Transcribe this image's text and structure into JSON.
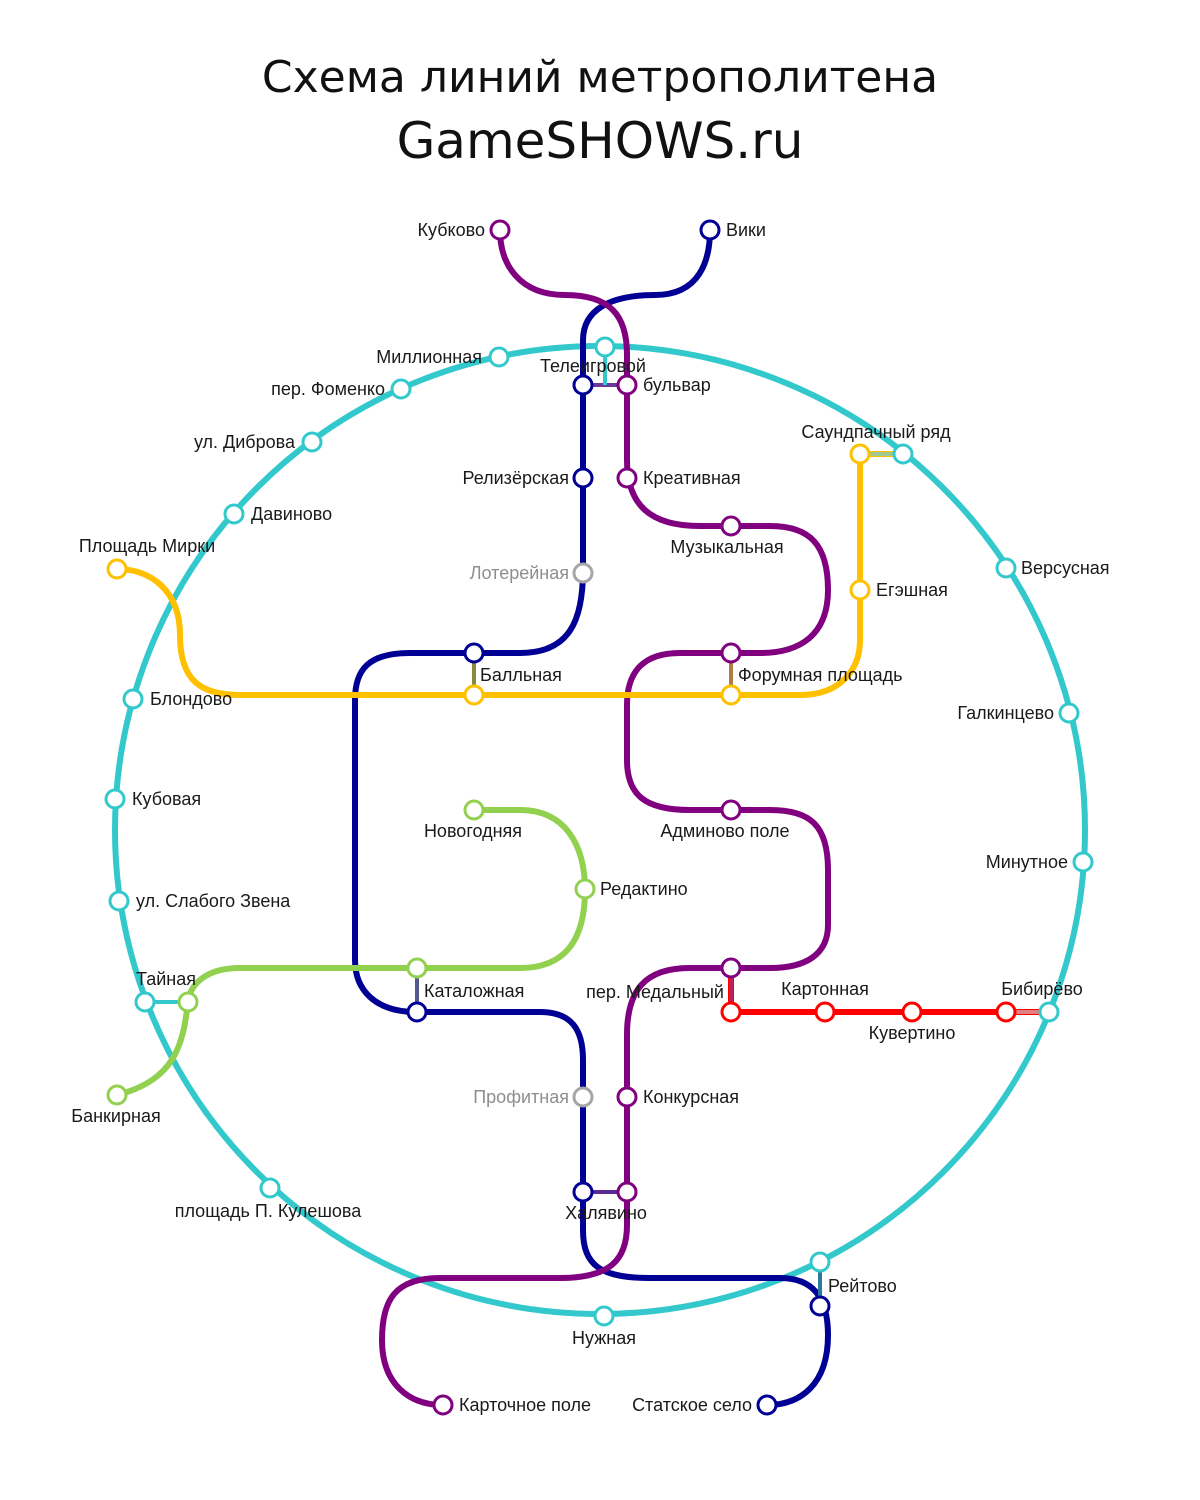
{
  "header": {
    "title_line1": "Схема линий метрополитена",
    "title_line2": "GameSHOWS.ru"
  },
  "colors": {
    "ring": "#33c9cc",
    "purple": "#800080",
    "navy": "#000094",
    "yellow": "#ffc000",
    "green": "#92d050",
    "red": "#ff0000",
    "closed": "#a6a6a6"
  },
  "lines": {
    "ring": "ring",
    "purple": "purple",
    "navy": "navy",
    "yellow": "yellow",
    "green": "green",
    "red": "red"
  },
  "stations": {
    "kubkovo": "Кубково",
    "viki": "Вики",
    "millionnaya": "Миллионная",
    "teleigrovoy": "Телеигровой",
    "bulvar": "бульвар",
    "fomenko": "пер. Фоменко",
    "dibrova": "ул. Диброва",
    "davinovo": "Давиново",
    "ploshchad_mirki": "Площадь Мирки",
    "relizerskaya": "Релизёрская",
    "kreativnaya": "Креативная",
    "muzykalnaya": "Музыкальная",
    "lotereynaya": "Лотерейная",
    "saundpachny": "Саундпачный ряд",
    "versusnaya": "Версусная",
    "egeshnaya": "Егэшная",
    "ballnaya": "Балльная",
    "forumnaya": "Форумная площадь",
    "blondovo": "Блондово",
    "galkintsevo": "Галкинцево",
    "kubovaya": "Кубовая",
    "novogodnyaya": "Новогодняя",
    "adminovo": "Админово поле",
    "minutnoe": "Минутное",
    "redaktino": "Редактино",
    "slabogo_zvena": "ул. Слабого Звена",
    "taynaya": "Тайная",
    "katalozhnaya": "Каталожная",
    "medalny": "пер. Медальный",
    "kartonnaya": "Картонная",
    "bibirevo": "Бибирёво",
    "kuvertino": "Кувертино",
    "bankirnaya": "Банкирная",
    "profitnaya": "Профитная",
    "konkursnaya": "Конкурсная",
    "khalyavino": "Халявино",
    "kuleshova": "площадь П. Кулешова",
    "reytovo": "Рейтово",
    "nuzhnaya": "Нужная",
    "kartochnoe": "Карточное поле",
    "statskoe": "Статское село"
  }
}
